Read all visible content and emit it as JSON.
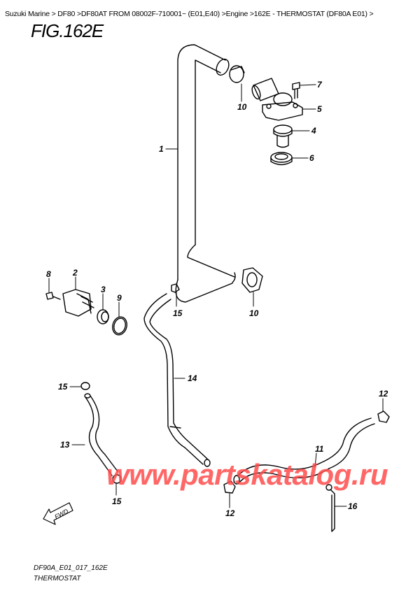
{
  "breadcrumb": {
    "text": "Suzuki Marine > DF80 >DF80AT FROM 08002F-710001~ (E01,E40) >Engine >162E - THERMOSTAT (DF80A E01) >",
    "items": [
      "Suzuki Marine",
      "DF80",
      "DF80AT FROM 08002F-710001~ (E01,E40)",
      "Engine",
      "162E - THERMOSTAT (DF80A E01)"
    ]
  },
  "figure": {
    "title": "FIG.162E"
  },
  "callouts": {
    "c1": "1",
    "c2": "2",
    "c3": "3",
    "c4": "4",
    "c5": "5",
    "c6": "6",
    "c7": "7",
    "c8": "8",
    "c9": "9",
    "c10a": "10",
    "c10b": "10",
    "c11": "11",
    "c12a": "12",
    "c12b": "12",
    "c13": "13",
    "c14": "14",
    "c15a": "15",
    "c15b": "15",
    "c15c": "15",
    "c16": "16"
  },
  "fwd_label": "FWD",
  "watermark": "www.partskatalog.ru",
  "footer": {
    "code": "DF90A_E01_017_162E",
    "name": "THERMOSTAT"
  }
}
